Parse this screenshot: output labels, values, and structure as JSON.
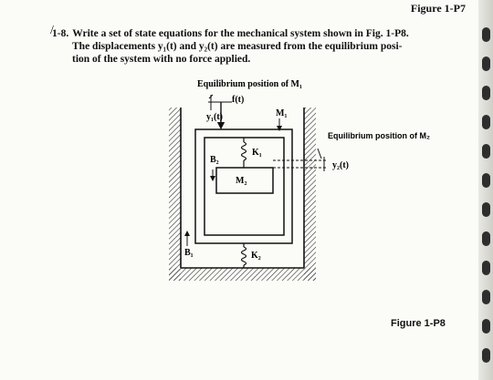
{
  "header": {
    "figure_ref": "Figure 1-P7"
  },
  "problem": {
    "check": "/",
    "number": "1-8.",
    "line1": "Write a set of state equations for the mechanical system shown in Fig. 1-P8.",
    "line2": "The displacements y₁(t) and y₂(t) are measured from the equilibrium posi-",
    "line3": "tion of the system with no force applied."
  },
  "figure": {
    "eq_pos_m1": "Equilibrium position of M₁",
    "eq_pos_m2": "Equilibrium position of M₂",
    "force": "f(t)",
    "y1": "y₁(t)",
    "y2": "y₂(t)",
    "m1": "M₁",
    "m2": "M₂",
    "k1": "K₁",
    "k2": "K₂",
    "b1": "B₁",
    "b2": "B₂",
    "caption": "Figure 1-P8"
  }
}
